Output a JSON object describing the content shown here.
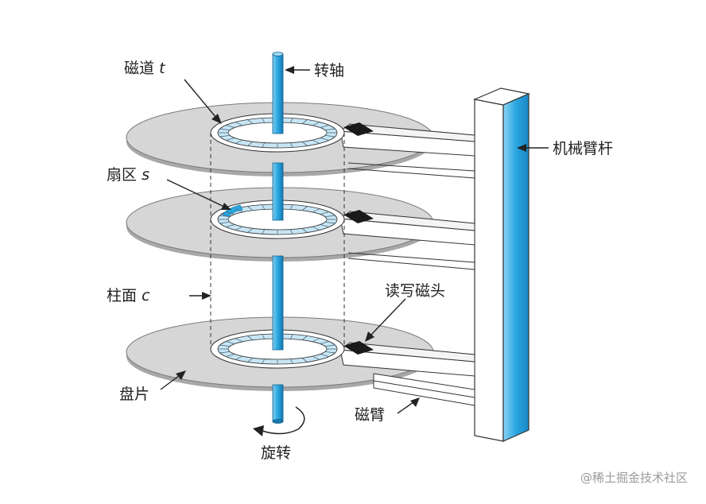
{
  "labels": {
    "track": "磁道",
    "track_var": "t",
    "spindle": "转轴",
    "sector": "扇区",
    "sector_var": "s",
    "arm_assembly": "机械臂杆",
    "cylinder": "柱面",
    "cylinder_var": "c",
    "head": "读写磁头",
    "platter": "盘片",
    "arm": "磁臂",
    "rotation": "旋转"
  },
  "watermark": "@稀土掘金技术社区",
  "colors": {
    "blue": "#2aa6e0",
    "blue_light": "#c8e6f5",
    "platter_fill": "#d4d4d4",
    "platter_edge": "#6e6e6e",
    "head_fill": "#1a1a1a",
    "line": "#333333"
  }
}
